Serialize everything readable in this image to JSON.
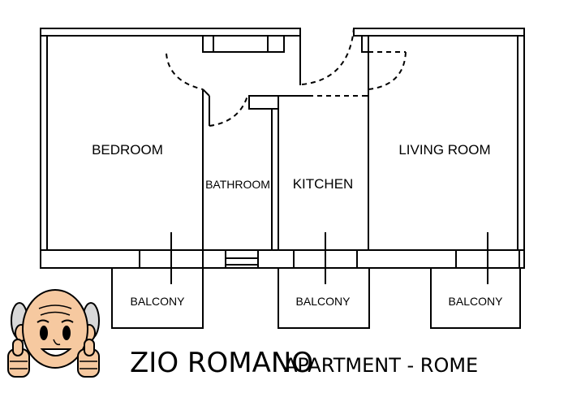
{
  "rooms": {
    "bedroom": "BEDROOM",
    "bathroom": "BATHROOM",
    "kitchen": "KITCHEN",
    "living_room": "LIVING ROOM"
  },
  "balconies": [
    "BALCONY",
    "BALCONY",
    "BALCONY"
  ],
  "title": {
    "main": "ZIO ROMANO",
    "sub": "APARTMENT - ROME"
  },
  "colors": {
    "line": "#000000",
    "background": "#ffffff",
    "skin": "#f6c9a0",
    "hair": "#d8d8d8"
  },
  "icons": [
    "mascot-thumbs-up-icon"
  ]
}
